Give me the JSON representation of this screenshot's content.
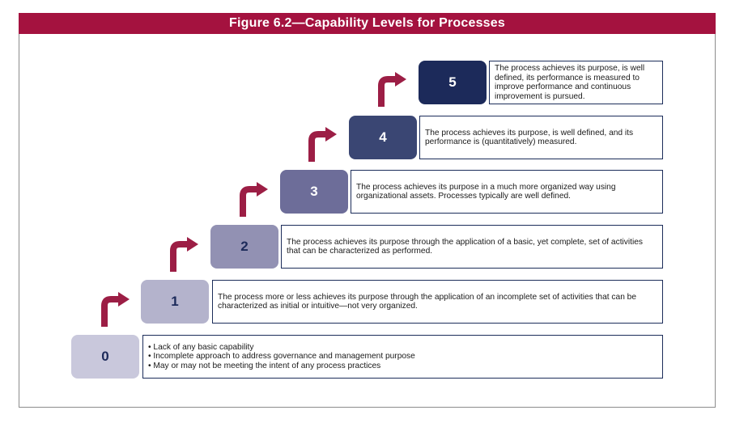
{
  "title": "Figure 6.2—Capability Levels for Processes",
  "colors": {
    "title_bar": "#a4123f",
    "arrow": "#9c1e45",
    "border": "#1c2d5a",
    "level_0": "#c9c8dc",
    "level_1": "#b4b3cc",
    "level_2": "#9291b3",
    "level_3": "#6d6d99",
    "level_4": "#3a4673",
    "level_5": "#1c2a5a"
  },
  "levels": [
    {
      "number": "0",
      "bullets": [
        "Lack of any basic capability",
        "Incomplete approach to address governance and management purpose",
        "May or may not be meeting the intent of any process practices"
      ]
    },
    {
      "number": "1",
      "description": "The process more or less achieves its purpose through the application of an incomplete set of activities that can be characterized as initial or intuitive—not very organized."
    },
    {
      "number": "2",
      "description": "The process achieves its purpose through the application of a basic, yet complete, set of activities that can be characterized as performed."
    },
    {
      "number": "3",
      "description": "The process achieves its purpose in a much more organized way using organizational assets. Processes typically are well defined."
    },
    {
      "number": "4",
      "description": "The process achieves its purpose, is well defined, and its performance is (quantitatively) measured."
    },
    {
      "number": "5",
      "description": "The process achieves its purpose, is well defined, its performance is measured to improve performance and continuous improvement is pursued."
    }
  ]
}
